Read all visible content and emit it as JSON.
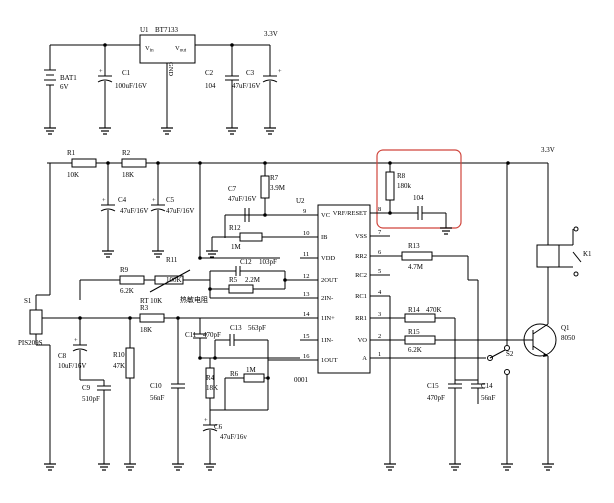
{
  "regulator": {
    "ref": "U1",
    "part": "BT7133",
    "vin": "V",
    "vin_sub": "in",
    "vout": "V",
    "vout_sub": "out",
    "gnd": "GND"
  },
  "supply_top": "3.3V",
  "supply_right": "3.3V",
  "battery": {
    "ref": "BAT1",
    "value": "6V"
  },
  "caps": {
    "c1": {
      "ref": "C1",
      "value": "100uF/16V"
    },
    "c2": {
      "ref": "C2",
      "value": "104"
    },
    "c3": {
      "ref": "C3",
      "value": "47uF/16V"
    },
    "c4": {
      "ref": "C4",
      "value": "47uF/16V"
    },
    "c5": {
      "ref": "C5",
      "value": "47uF/16V"
    },
    "c6": {
      "ref": "C6",
      "value": "47uF/16v"
    },
    "c7": {
      "ref": "C7",
      "value": "47uF/16V"
    },
    "c8": {
      "ref": "C8",
      "value": "10uF/16V"
    },
    "c9": {
      "ref": "C9",
      "value": "510pF"
    },
    "c10": {
      "ref": "C10",
      "value": "56nF"
    },
    "c11": {
      "ref": "C11",
      "value": "470pF"
    },
    "c12": {
      "ref": "C12",
      "value": "103pF"
    },
    "c13": {
      "ref": "C13",
      "value": "563pF"
    },
    "c14": {
      "ref": "C14",
      "value": "56nF"
    },
    "c15": {
      "ref": "C15",
      "value": "470pF"
    },
    "c104": {
      "value": "104"
    }
  },
  "resistors": {
    "r1": {
      "ref": "R1",
      "value": "10K"
    },
    "r2": {
      "ref": "R2",
      "value": "18K"
    },
    "r3": {
      "ref": "R3",
      "value": "18K"
    },
    "r4": {
      "ref": "R4",
      "value": "18K"
    },
    "r5": {
      "ref": "R5",
      "value": "2.2M"
    },
    "r6": {
      "ref": "R6",
      "value": "1M"
    },
    "r7": {
      "ref": "R7",
      "value": "3.9M"
    },
    "r8": {
      "ref": "R8",
      "value": "180k"
    },
    "r9": {
      "ref": "R9",
      "value": "6.2K"
    },
    "r10": {
      "ref": "R10",
      "value": "47K"
    },
    "r11": {
      "ref": "R11",
      "value": "100K"
    },
    "r12": {
      "ref": "R12",
      "value": "1M"
    },
    "r13": {
      "ref": "R13",
      "value": "4.7M"
    },
    "r14": {
      "ref": "R14",
      "value": "470K"
    },
    "r15": {
      "ref": "R15",
      "value": "6.2K"
    }
  },
  "rt_label": "RT 10K",
  "rt_note": "热敏电阻",
  "sensor": {
    "ref": "S1",
    "part": "PIS209S"
  },
  "switch2": "S2",
  "transistor": {
    "ref": "Q1",
    "part": "8050"
  },
  "relay": "K1",
  "ic": {
    "ref": "U2",
    "part": "0001",
    "left_pins": [
      {
        "num": "9",
        "name": "VC"
      },
      {
        "num": "10",
        "name": "IB"
      },
      {
        "num": "11",
        "name": "VDD"
      },
      {
        "num": "12",
        "name": "2OUT"
      },
      {
        "num": "13",
        "name": "2IN-"
      },
      {
        "num": "14",
        "name": "1IN+"
      },
      {
        "num": "15",
        "name": "1IN-"
      },
      {
        "num": "16",
        "name": "1OUT"
      }
    ],
    "right_pins": [
      {
        "num": "8",
        "name": "VRF/RESET"
      },
      {
        "num": "7",
        "name": "VSS"
      },
      {
        "num": "6",
        "name": "RR2"
      },
      {
        "num": "5",
        "name": "RC2"
      },
      {
        "num": "4",
        "name": "RC1"
      },
      {
        "num": "3",
        "name": "RR1"
      },
      {
        "num": "2",
        "name": "VO"
      },
      {
        "num": "1",
        "name": "A"
      }
    ]
  }
}
